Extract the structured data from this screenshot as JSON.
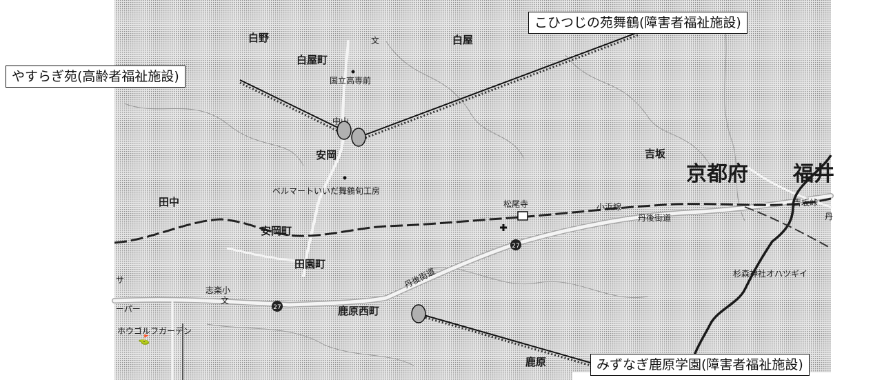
{
  "callouts": {
    "yasuragien": "やすらぎ苑(高齢者福祉施設)",
    "kohitsuji": "こひつじの苑舞鶴(障害者福祉施設)",
    "mizunagi": "みずなぎ鹿原学園(障害者福祉施設)"
  },
  "map_labels": {
    "top_left_partial": "白野",
    "bun_mark": "文",
    "top_partial": "白屋",
    "shiroyacho": "白屋町",
    "kosen_mae": "国立高専前",
    "nakayama": "中山",
    "yasuoka": "安岡",
    "tanaka": "田中",
    "yoshizaka": "吉坂",
    "kyoto_fu": "京都府",
    "fukui": "福井",
    "bellmart": "ベルマートいいだ舞鶴旬工房",
    "matsuoji": "松尾寺",
    "obama_line": "小浜線",
    "tango_kaido_1": "丹後街道",
    "yoshizaka_pass": "吉坂峠",
    "yasuokacho": "安岡町",
    "route27": "27",
    "denencho": "田園町",
    "tango_kaido_2": "丹後街道",
    "shiraku": "志楽小",
    "bun_mark2": "文",
    "super": "ーパー",
    "sa_partial": "サ",
    "kanohara_nishi": "鹿原西町",
    "golf": "ホウゴルフガーデン",
    "sugimori": "杉森神社オハツギイ",
    "kanohara": "鹿原",
    "tan_partial": "丹"
  },
  "facilities": [
    {
      "name": "やすらぎ苑",
      "category": "高齢者福祉施設"
    },
    {
      "name": "こひつじの苑舞鶴",
      "category": "障害者福祉施設"
    },
    {
      "name": "みずなぎ鹿原学園",
      "category": "障害者福祉施設"
    }
  ],
  "colors": {
    "map_background": "#d3d3d3",
    "marker_fill": "#b0b0b0",
    "leader_line": "#111111",
    "road": "#f4f4f4",
    "rail": "#222222",
    "prefecture_border": "#1a1a1a"
  }
}
